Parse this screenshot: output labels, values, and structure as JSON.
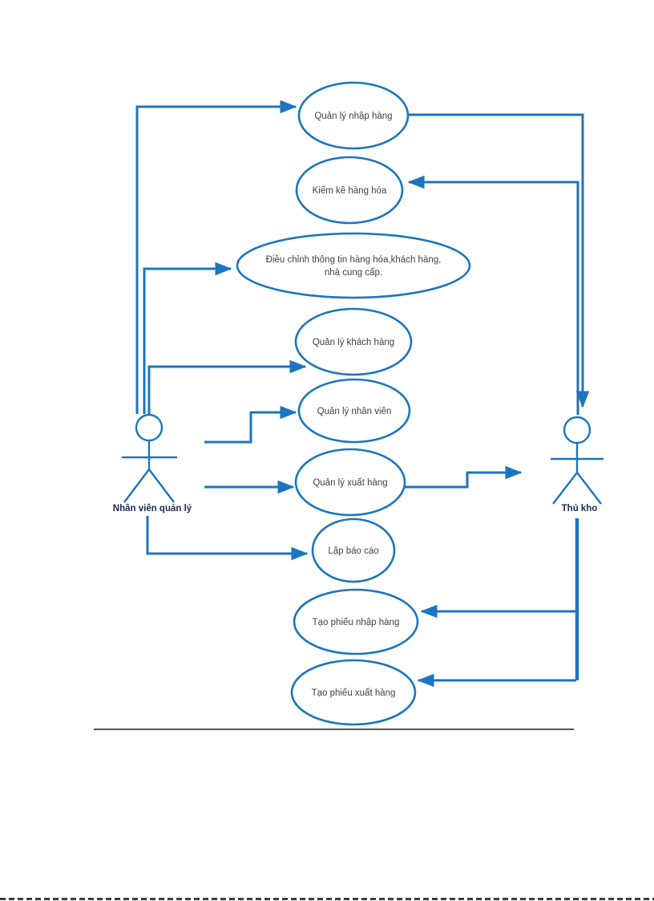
{
  "diagram": {
    "type": "uml-use-case",
    "colors": {
      "line": "#1c75be",
      "usecase_text": "#3f4245",
      "actor_label": "#1d2b50",
      "divider": "#404040"
    },
    "actors": [
      {
        "label": "Nhân viên quản lý",
        "position": "left"
      },
      {
        "label": "Thủ kho",
        "position": "right"
      }
    ],
    "use_cases": [
      {
        "label": "Quản lý nhập hàng"
      },
      {
        "label": "Kiểm kê hàng hóa"
      },
      {
        "label": "Điều chỉnh thông tin hàng hóa,khách hàng,",
        "label_line2": "nhà cung cấp."
      },
      {
        "label": "Quản lý khách hàng"
      },
      {
        "label": "Quản lý nhân viên"
      },
      {
        "label": "Quản lý xuất hàng"
      },
      {
        "label": "Lập báo cáo"
      },
      {
        "label": "Tạo phiếu nhập hàng"
      },
      {
        "label": "Tạo phiếu xuất hàng"
      }
    ],
    "associations": [
      {
        "from": "Nhân viên quản lý",
        "to": "Quản lý nhập hàng"
      },
      {
        "from": "Nhân viên quản lý",
        "to": "Điều chỉnh thông tin hàng hóa,khách hàng, nhà cung cấp."
      },
      {
        "from": "Nhân viên quản lý",
        "to": "Quản lý khách hàng"
      },
      {
        "from": "Nhân viên quản lý",
        "to": "Quản lý nhân viên"
      },
      {
        "from": "Nhân viên quản lý",
        "to": "Quản lý xuất hàng"
      },
      {
        "from": "Nhân viên quản lý",
        "to": "Lập báo cáo"
      },
      {
        "from": "Quản lý nhập hàng",
        "to": "Thủ kho"
      },
      {
        "from": "Thủ kho",
        "to": "Kiểm kê hàng hóa"
      },
      {
        "from": "Quản lý xuất hàng",
        "to": "Thủ kho"
      },
      {
        "from": "Thủ kho",
        "to": "Tạo phiếu nhập hàng"
      },
      {
        "from": "Thủ kho",
        "to": "Tạo phiếu xuất hàng"
      }
    ]
  }
}
